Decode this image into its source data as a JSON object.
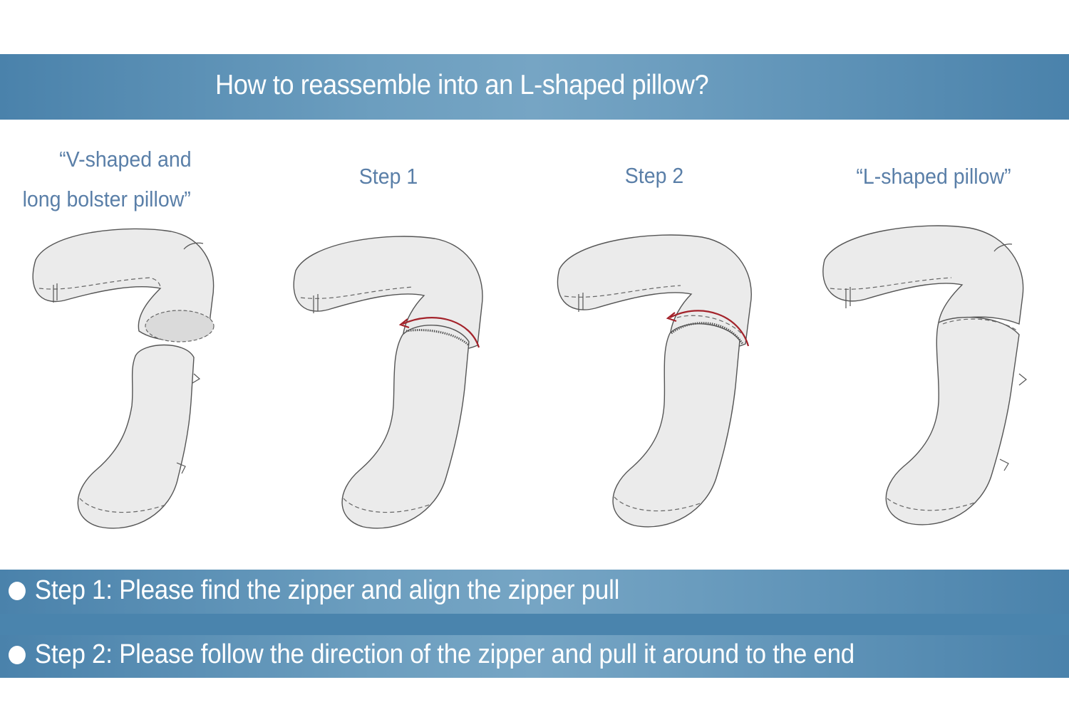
{
  "header": {
    "title": "How to reassemble into an L-shaped pillow?"
  },
  "stages": [
    {
      "label_line1": "“V-shaped and",
      "label_line2": "long bolster pillow”",
      "illustration": "separated-v-pillow-and-bolster"
    },
    {
      "label": "Step 1",
      "illustration": "align-zipper-pull"
    },
    {
      "label": "Step 2",
      "illustration": "zip-around"
    },
    {
      "label": "“L-shaped pillow”",
      "illustration": "assembled-l-pillow"
    }
  ],
  "instructions": [
    {
      "text": "Step 1: Please find the zipper and align the zipper pull"
    },
    {
      "text": "Step 2: Please follow the direction of the zipper and pull it around to the end"
    }
  ],
  "colors": {
    "banner": "#4a82ab",
    "banner_highlight": "#76a5c4",
    "label_text": "#5a7fa8",
    "arrow": "#a3222a",
    "pillow_fill": "#ebebeb"
  }
}
